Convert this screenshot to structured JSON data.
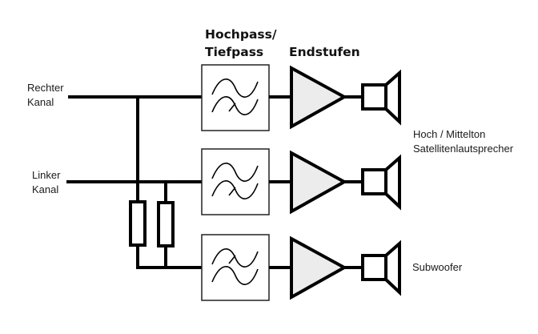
{
  "headers": {
    "filter_line1": "Hochpass/",
    "filter_line2": "Tiefpass",
    "amplifiers": "Endstufen"
  },
  "inputs": {
    "right": {
      "line1": "Rechter",
      "line2": "Kanal"
    },
    "left": {
      "line1": "Linker",
      "line2": "Kanal"
    }
  },
  "outputs": {
    "satellite": {
      "line1": "Hoch / Mittelton",
      "line2": "Satellitenlautsprecher"
    },
    "subwoofer": {
      "line1": "Subwoofer"
    }
  },
  "channels": [
    {
      "name": "right-satellite",
      "filter": "highpass"
    },
    {
      "name": "left-satellite",
      "filter": "highpass"
    },
    {
      "name": "subwoofer",
      "filter": "lowpass"
    }
  ],
  "colors": {
    "wire": "#000000",
    "amp_fill": "#ececec",
    "box_stroke": "#222222",
    "background": "#ffffff"
  }
}
